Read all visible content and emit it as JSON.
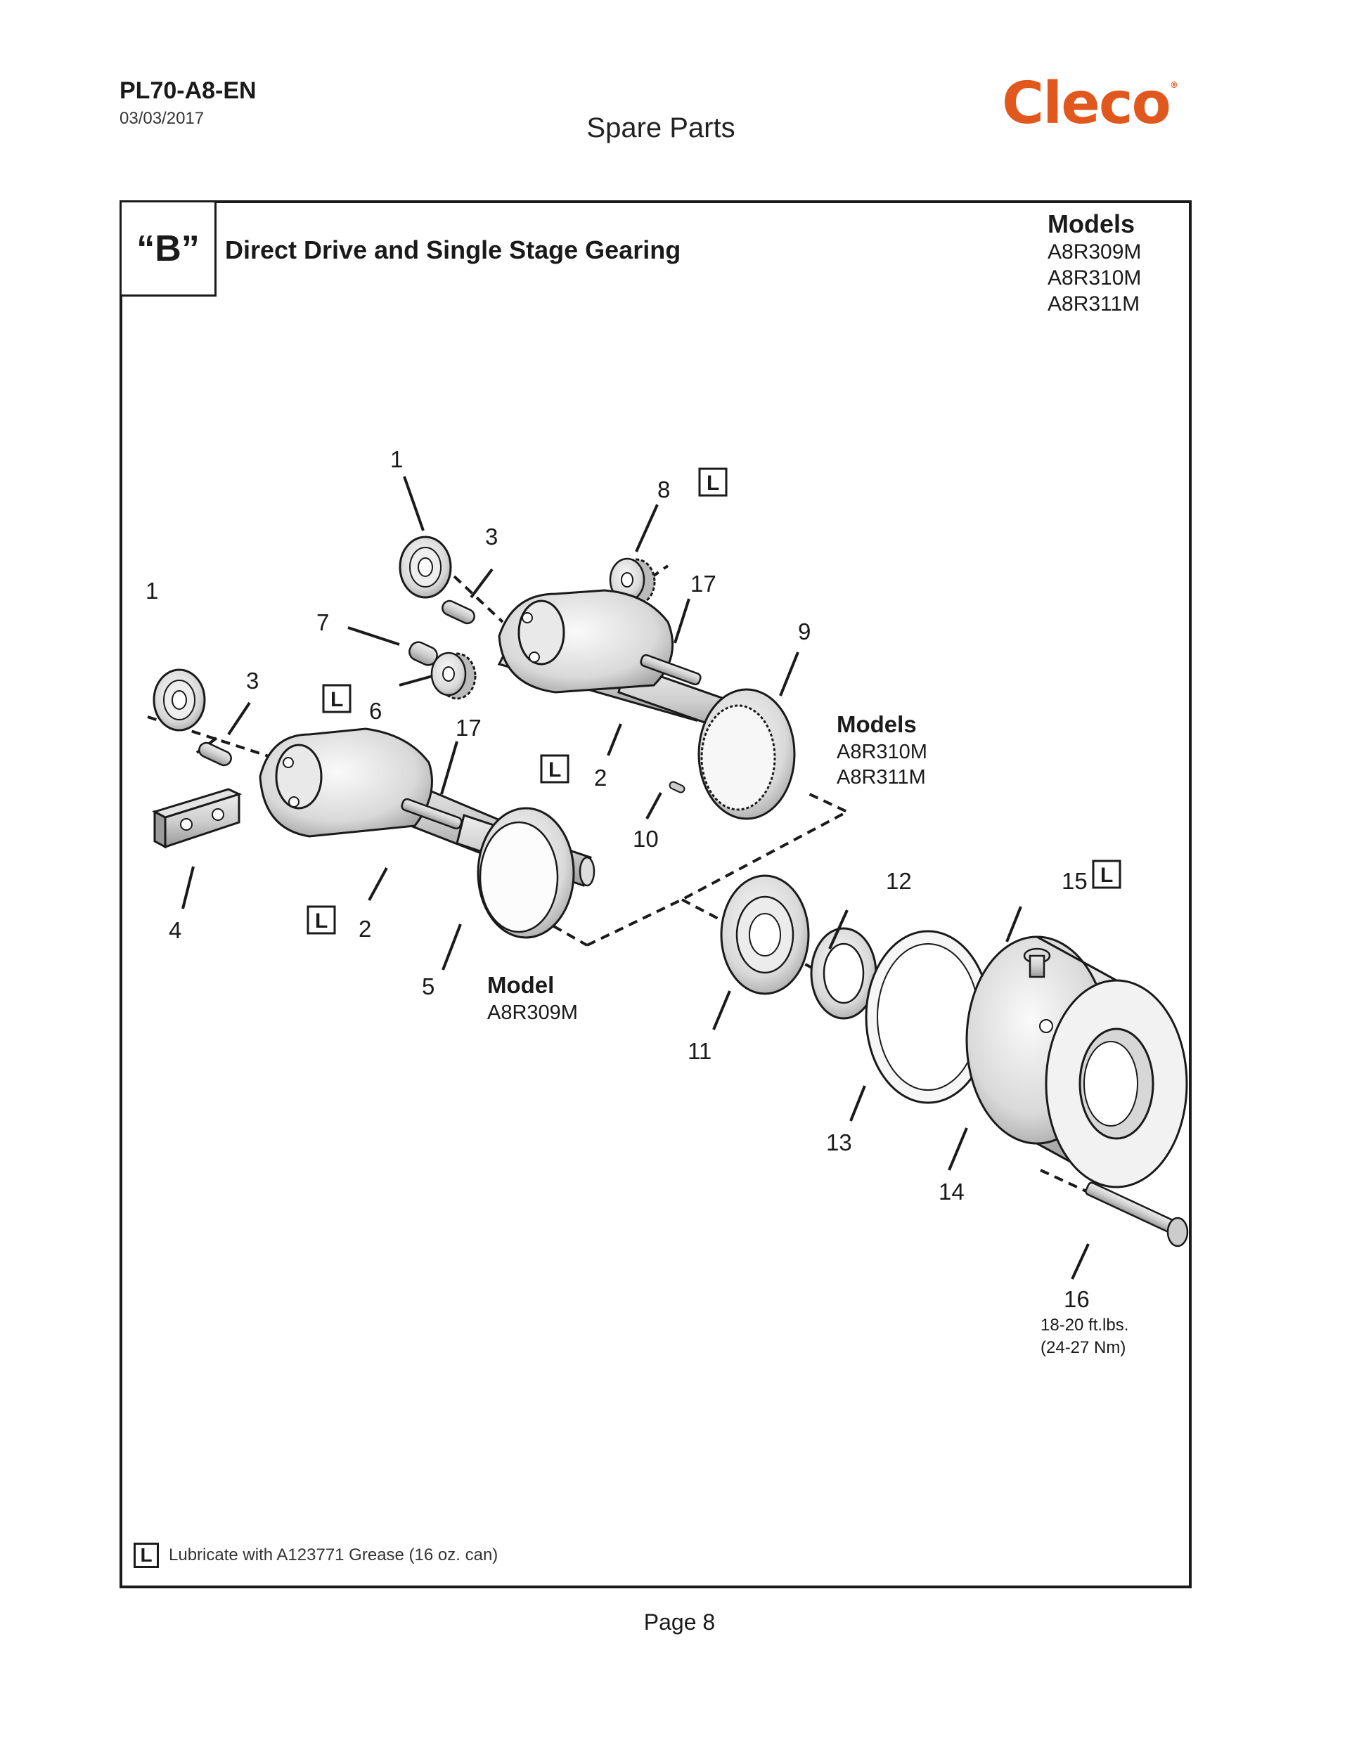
{
  "header": {
    "doc_id": "PL70-A8-EN",
    "date": "03/03/2017",
    "section": "Spare Parts",
    "logo": "Cleco",
    "logo_mark": "®"
  },
  "panel": {
    "section_letter": "“B”",
    "title": "Direct Drive and Single Stage Gearing",
    "models_heading": "Models",
    "models": [
      "A8R309M",
      "A8R310M",
      "A8R311M"
    ]
  },
  "diagram": {
    "callouts": [
      "1",
      "1",
      "3",
      "3",
      "8",
      "7",
      "6",
      "17",
      "17",
      "9",
      "2",
      "2",
      "4",
      "10",
      "5",
      "11",
      "12",
      "13",
      "14",
      "15",
      "16"
    ],
    "lube_mark": "L",
    "group_a": {
      "heading": "Models",
      "models": [
        "A8R310M",
        "A8R311M"
      ]
    },
    "group_b": {
      "heading": "Model",
      "models": [
        "A8R309M"
      ]
    },
    "torque_line1": "18-20 ft.lbs.",
    "torque_line2": "(24-27 Nm)"
  },
  "legend": {
    "mark": "L",
    "text": "Lubricate with A123771 Grease (16 oz. can)"
  },
  "footer": {
    "page": "Page 8"
  }
}
